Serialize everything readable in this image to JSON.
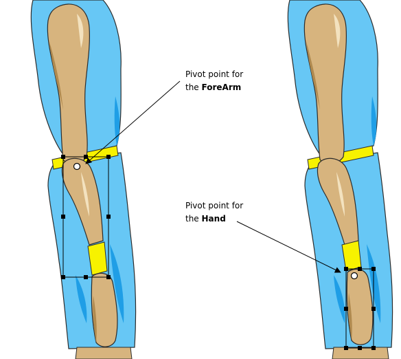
{
  "callouts": {
    "forearm": {
      "line1": "Pivot point for",
      "line2_prefix": "the ",
      "line2_emphasis": "ForeArm"
    },
    "hand": {
      "line1": "Pivot point for",
      "line2_prefix": "the ",
      "line2_emphasis": "Hand"
    }
  },
  "colors": {
    "robe": "#67c7f5",
    "robe_shadow": "#1f9ee6",
    "skin": "#d7b47e",
    "skin_shadow": "#b08a4f",
    "skin_highlight": "#f3e2bf",
    "belt": "#f7f200",
    "outline": "#2b2b2b"
  }
}
